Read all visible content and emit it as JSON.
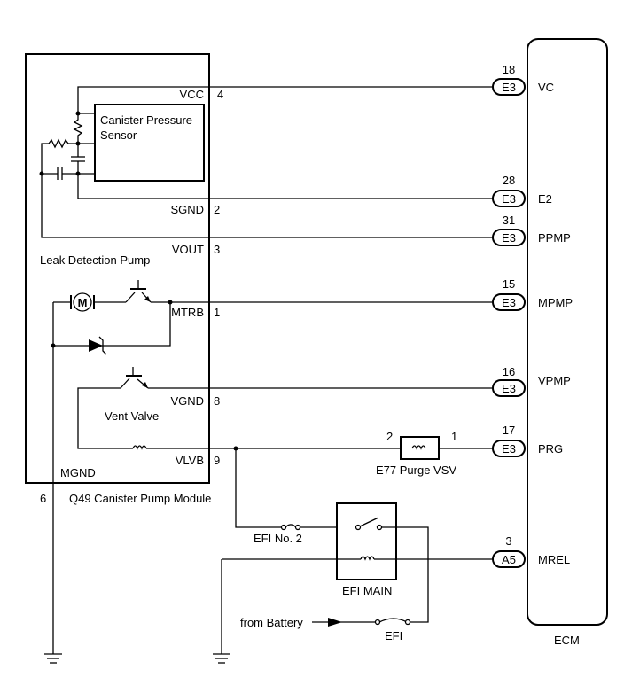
{
  "module": {
    "name": "Q49 Canister Pump Module",
    "ground_pin": "6",
    "mgnd_label": "MGND",
    "leak_pump_label": "Leak Detection Pump",
    "sensor_label_line1": "Canister Pressure",
    "sensor_label_line2": "Sensor",
    "vent_valve_label": "Vent Valve",
    "motor_symbol": "M",
    "pins": [
      {
        "name": "VCC",
        "num": "4"
      },
      {
        "name": "SGND",
        "num": "2"
      },
      {
        "name": "VOUT",
        "num": "3"
      },
      {
        "name": "MTRB",
        "num": "1"
      },
      {
        "name": "VGND",
        "num": "8"
      },
      {
        "name": "VLVB",
        "num": "9"
      }
    ]
  },
  "ecm": {
    "label": "ECM",
    "terminals": [
      {
        "connector": "E3",
        "pin": "18",
        "name": "VC"
      },
      {
        "connector": "E3",
        "pin": "28",
        "name": "E2"
      },
      {
        "connector": "E3",
        "pin": "31",
        "name": "PPMP"
      },
      {
        "connector": "E3",
        "pin": "15",
        "name": "MPMP"
      },
      {
        "connector": "E3",
        "pin": "16",
        "name": "VPMP"
      },
      {
        "connector": "E3",
        "pin": "17",
        "name": "PRG"
      },
      {
        "connector": "A5",
        "pin": "3",
        "name": "MREL"
      }
    ]
  },
  "purge_vsv": {
    "label": "E77 Purge VSV",
    "pin_left": "2",
    "pin_right": "1"
  },
  "efi_no2_label": "EFI No. 2",
  "efi_main_label": "EFI MAIN",
  "efi_label": "EFI",
  "battery_label": "from Battery"
}
